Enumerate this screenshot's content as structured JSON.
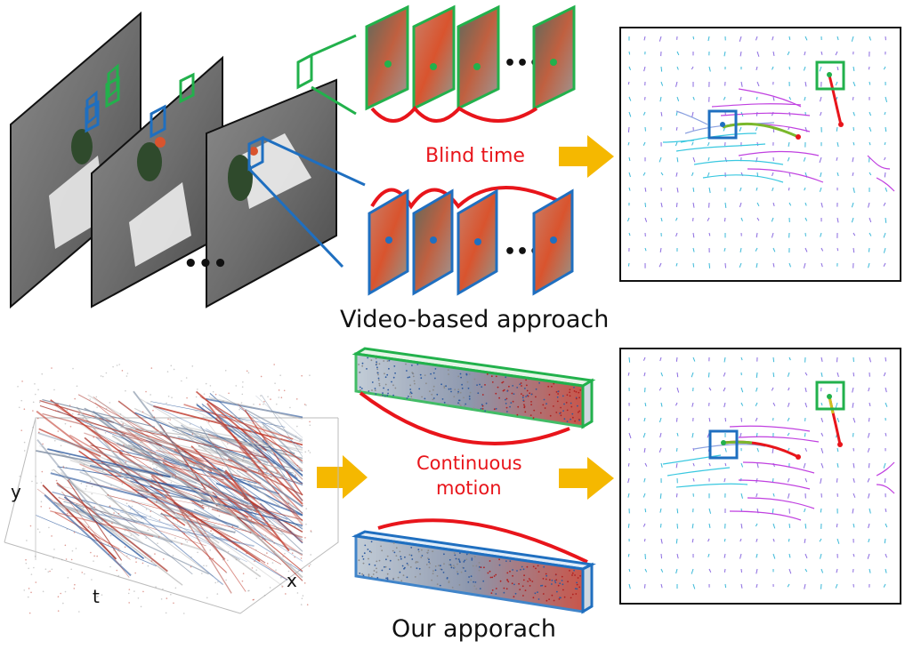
{
  "title_top": "Video-based approach",
  "title_bottom": "Our apporach",
  "label_blind": "Blind time",
  "label_continuous_line1": "Continuous",
  "label_continuous_line2": "motion",
  "ellipsis": "•••",
  "axis": {
    "y": "y",
    "t": "t",
    "x": "x"
  },
  "colors": {
    "green": "#22b14c",
    "blue": "#1f6fc0",
    "red": "#e8151b",
    "arrow": "#f5b800",
    "track_cyan": "#39c8e0",
    "track_magenta": "#c040e0"
  }
}
